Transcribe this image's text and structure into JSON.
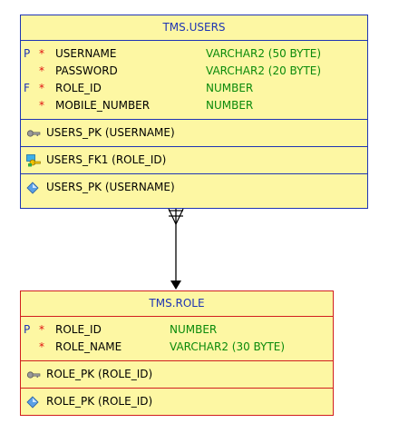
{
  "users": {
    "title": "TMS.USERS",
    "columns": [
      {
        "flag": "P",
        "star": "*",
        "name": "USERNAME",
        "type": "VARCHAR2 (50 BYTE)"
      },
      {
        "flag": "",
        "star": "*",
        "name": "PASSWORD",
        "type": "VARCHAR2 (20 BYTE)"
      },
      {
        "flag": "F",
        "star": "*",
        "name": "ROLE_ID",
        "type": "NUMBER"
      },
      {
        "flag": "",
        "star": "*",
        "name": "MOBILE_NUMBER",
        "type": "NUMBER"
      }
    ],
    "pk": "USERS_PK (USERNAME)",
    "fk": "USERS_FK1 (ROLE_ID)",
    "index": "USERS_PK (USERNAME)"
  },
  "role": {
    "title": "TMS.ROLE",
    "columns": [
      {
        "flag": "P",
        "star": "*",
        "name": "ROLE_ID",
        "type": "NUMBER"
      },
      {
        "flag": "",
        "star": "*",
        "name": "ROLE_NAME",
        "type": "VARCHAR2 (30 BYTE)"
      }
    ],
    "pk": "ROLE_PK (ROLE_ID)",
    "index": "ROLE_PK (ROLE_ID)"
  },
  "colors": {
    "entity_fill": "#fdf7a3",
    "users_border": "#1f35b4",
    "role_border": "#d11f1f",
    "type_text": "#0a8a0a",
    "required_star": "#e01010"
  },
  "icons": {
    "pk": "key-icon",
    "fk": "foreign-key-icon",
    "index": "index-diamond-icon"
  }
}
